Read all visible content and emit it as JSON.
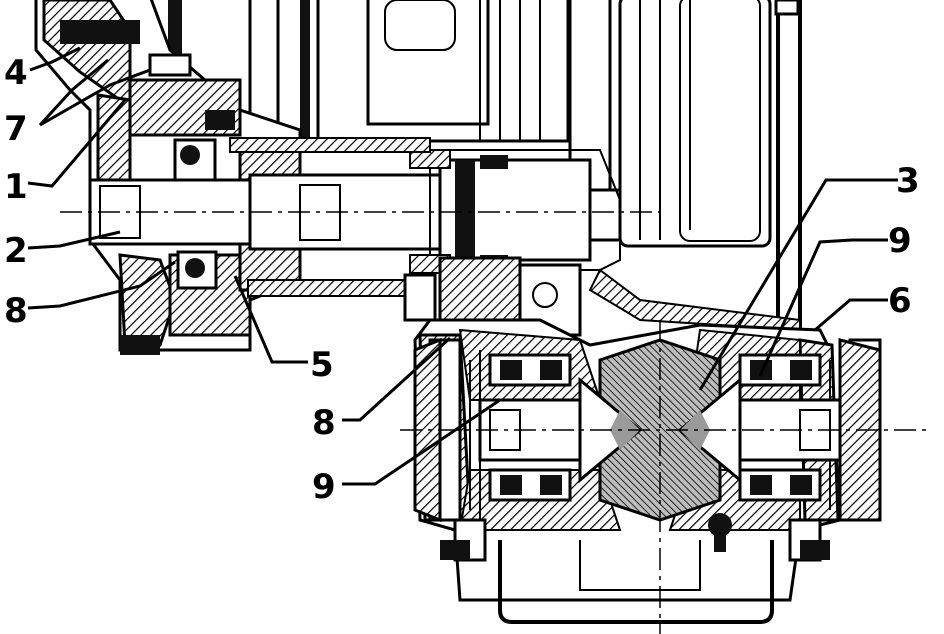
{
  "diagram": {
    "type": "gearbox-cross-section",
    "callouts": [
      {
        "id": "callout-4",
        "text": "4"
      },
      {
        "id": "callout-7",
        "text": "7"
      },
      {
        "id": "callout-1",
        "text": "1"
      },
      {
        "id": "callout-2",
        "text": "2"
      },
      {
        "id": "callout-8-left",
        "text": "8"
      },
      {
        "id": "callout-5",
        "text": "5"
      },
      {
        "id": "callout-3",
        "text": "3"
      },
      {
        "id": "callout-9-right",
        "text": "9"
      },
      {
        "id": "callout-6",
        "text": "6"
      },
      {
        "id": "callout-8-center",
        "text": "8"
      },
      {
        "id": "callout-9-center",
        "text": "9"
      }
    ],
    "colors": {
      "ink": "#000000",
      "background": "#ffffff",
      "shade": "#9a9a9a"
    }
  }
}
